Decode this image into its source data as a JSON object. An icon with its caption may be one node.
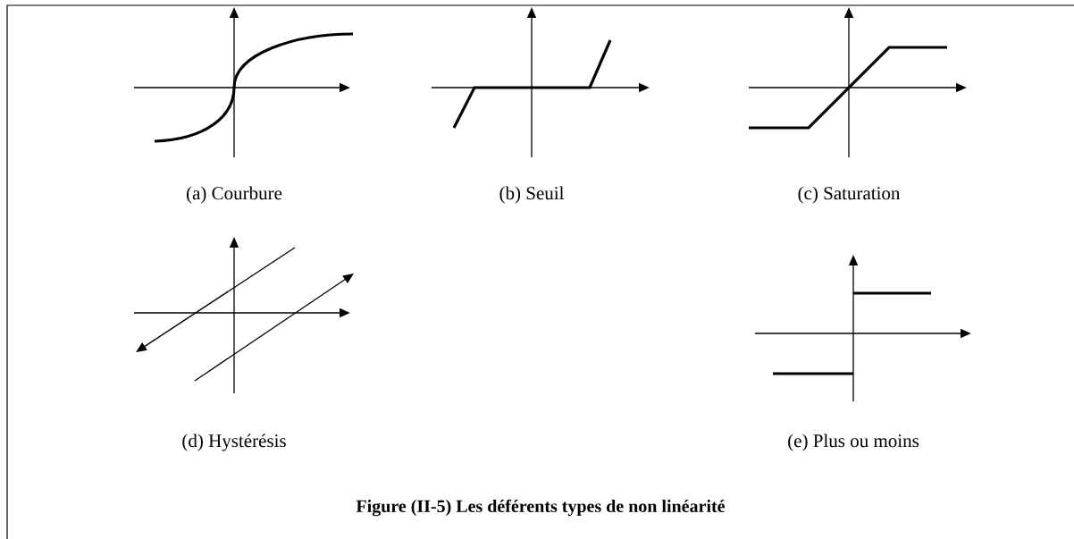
{
  "diagram": {
    "caption": "Figure (II-5) Les déférents types de non linéarité",
    "labels": [
      "(a) Courbure",
      "(b) Seuil",
      "(c) Saturation",
      "(d) Hystérésis",
      "(e) Plus ou moins"
    ]
  }
}
